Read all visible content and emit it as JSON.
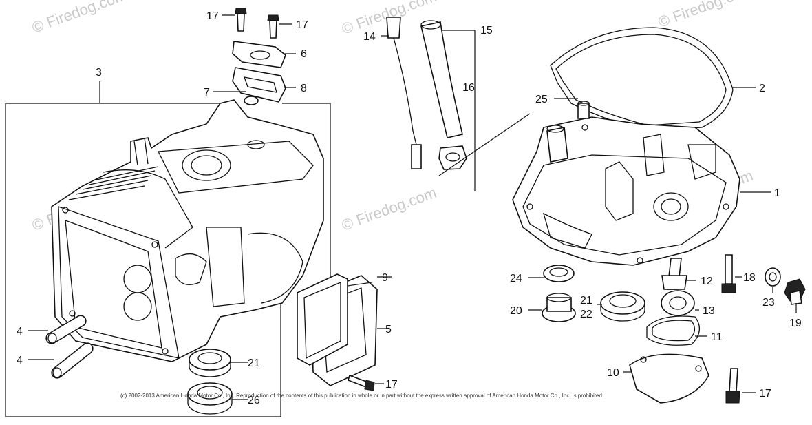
{
  "watermark": "© Firedog.com",
  "copyright": "(c) 2002-2013 American Honda Motor Co., Inc. Reproduction of the contents of this publication in whole or in part without the express written approval of American Honda Motor Co., Inc. is prohibited.",
  "callouts": {
    "c1": "1",
    "c2": "2",
    "c3": "3",
    "c4a": "4",
    "c4b": "4",
    "c5": "5",
    "c6": "6",
    "c7": "7",
    "c8": "8",
    "c9": "9",
    "c10": "10",
    "c11": "11",
    "c12": "12",
    "c13": "13",
    "c14": "14",
    "c15": "15",
    "c16": "16",
    "c17a": "17",
    "c17b": "17",
    "c17c": "17",
    "c17d": "17",
    "c18": "18",
    "c19": "19",
    "c20": "20",
    "c21a": "21",
    "c21b": "21",
    "c22": "22",
    "c23": "23",
    "c24": "24",
    "c25": "25",
    "c26": "26"
  }
}
